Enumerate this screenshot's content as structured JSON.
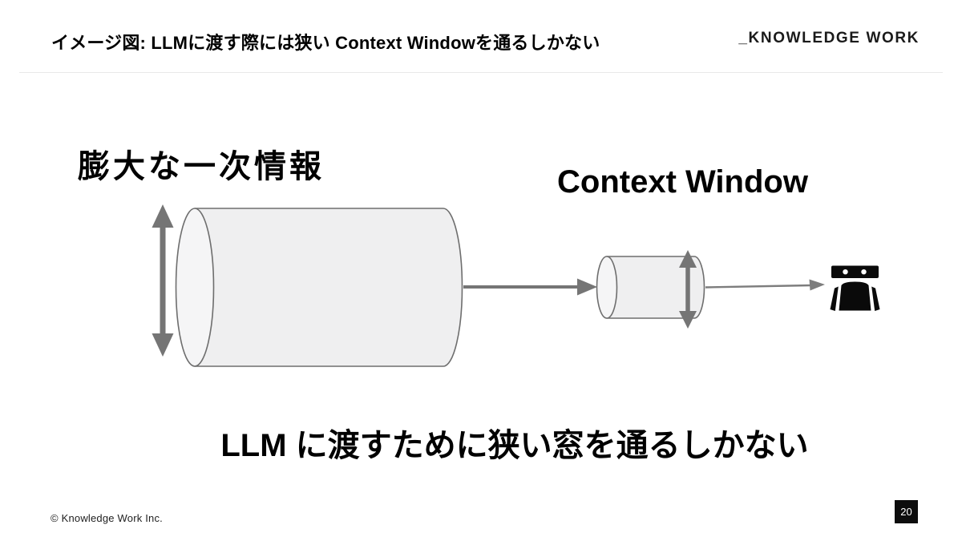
{
  "header": {
    "title": "イメージ図: LLMに渡す際には狭い Context Windowを通るしかない",
    "logo_text": "_KNOWLEDGE WORK"
  },
  "diagram": {
    "primary_info_label": "膨大な一次情報",
    "context_window_label": "Context Window",
    "icons": {
      "large_height_arrow": "double-vertical-arrow-icon",
      "small_height_arrow": "double-vertical-arrow-icon",
      "flow_arrow_1": "right-arrow-icon",
      "flow_arrow_2": "right-arrow-icon",
      "llm_receiver": "robot-icon"
    },
    "colors": {
      "cylinder_fill": "#efeff0",
      "cylinder_cap_fill": "#f5f5f6",
      "cylinder_stroke": "#6e6e6e",
      "arrow_gray": "#757575",
      "thin_arrow_gray": "#7d7d7d",
      "robot_black": "#0a0a0a",
      "robot_eye_white": "#ffffff"
    }
  },
  "caption": "LLM に渡すために狭い窓を通るしかない",
  "footer": {
    "copyright": "© Knowledge Work Inc.",
    "page_number": "20"
  }
}
